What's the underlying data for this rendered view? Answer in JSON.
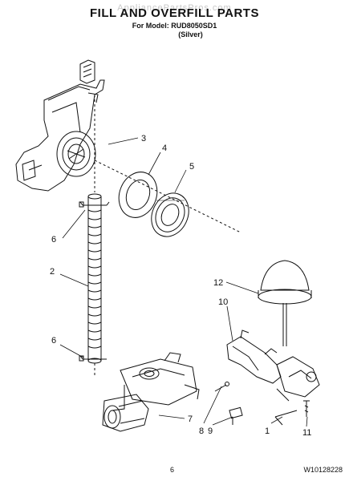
{
  "header": {
    "watermark": "AppliancePartsPros.com",
    "title": "FILL AND OVERFILL PARTS",
    "model_line": "For Model: RUD8050SD1",
    "finish": "(Silver)"
  },
  "callouts": [
    {
      "id": "c3",
      "label": "3"
    },
    {
      "id": "c4",
      "label": "4"
    },
    {
      "id": "c5",
      "label": "5"
    },
    {
      "id": "c6a",
      "label": "6"
    },
    {
      "id": "c2",
      "label": "2"
    },
    {
      "id": "c6b",
      "label": "6"
    },
    {
      "id": "c12",
      "label": "12"
    },
    {
      "id": "c10",
      "label": "10"
    },
    {
      "id": "c7",
      "label": "7"
    },
    {
      "id": "c8",
      "label": "8"
    },
    {
      "id": "c9",
      "label": "9"
    },
    {
      "id": "c1",
      "label": "1"
    },
    {
      "id": "c11",
      "label": "11"
    }
  ],
  "footer": {
    "page": "6",
    "code": "W10128228"
  }
}
